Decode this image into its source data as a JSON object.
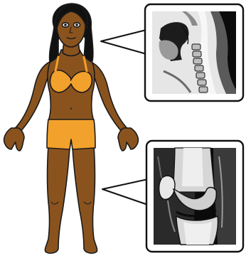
{
  "figure": {
    "skin_color": "#8a531e",
    "garment_color": "#f2a12c",
    "outline_color": "#1a1a1a"
  },
  "callouts": [
    {
      "name": "head-neck-mri-callout",
      "icon": "sagittal-head-neck-mri"
    },
    {
      "name": "knee-mri-callout",
      "icon": "sagittal-knee-mri"
    }
  ]
}
